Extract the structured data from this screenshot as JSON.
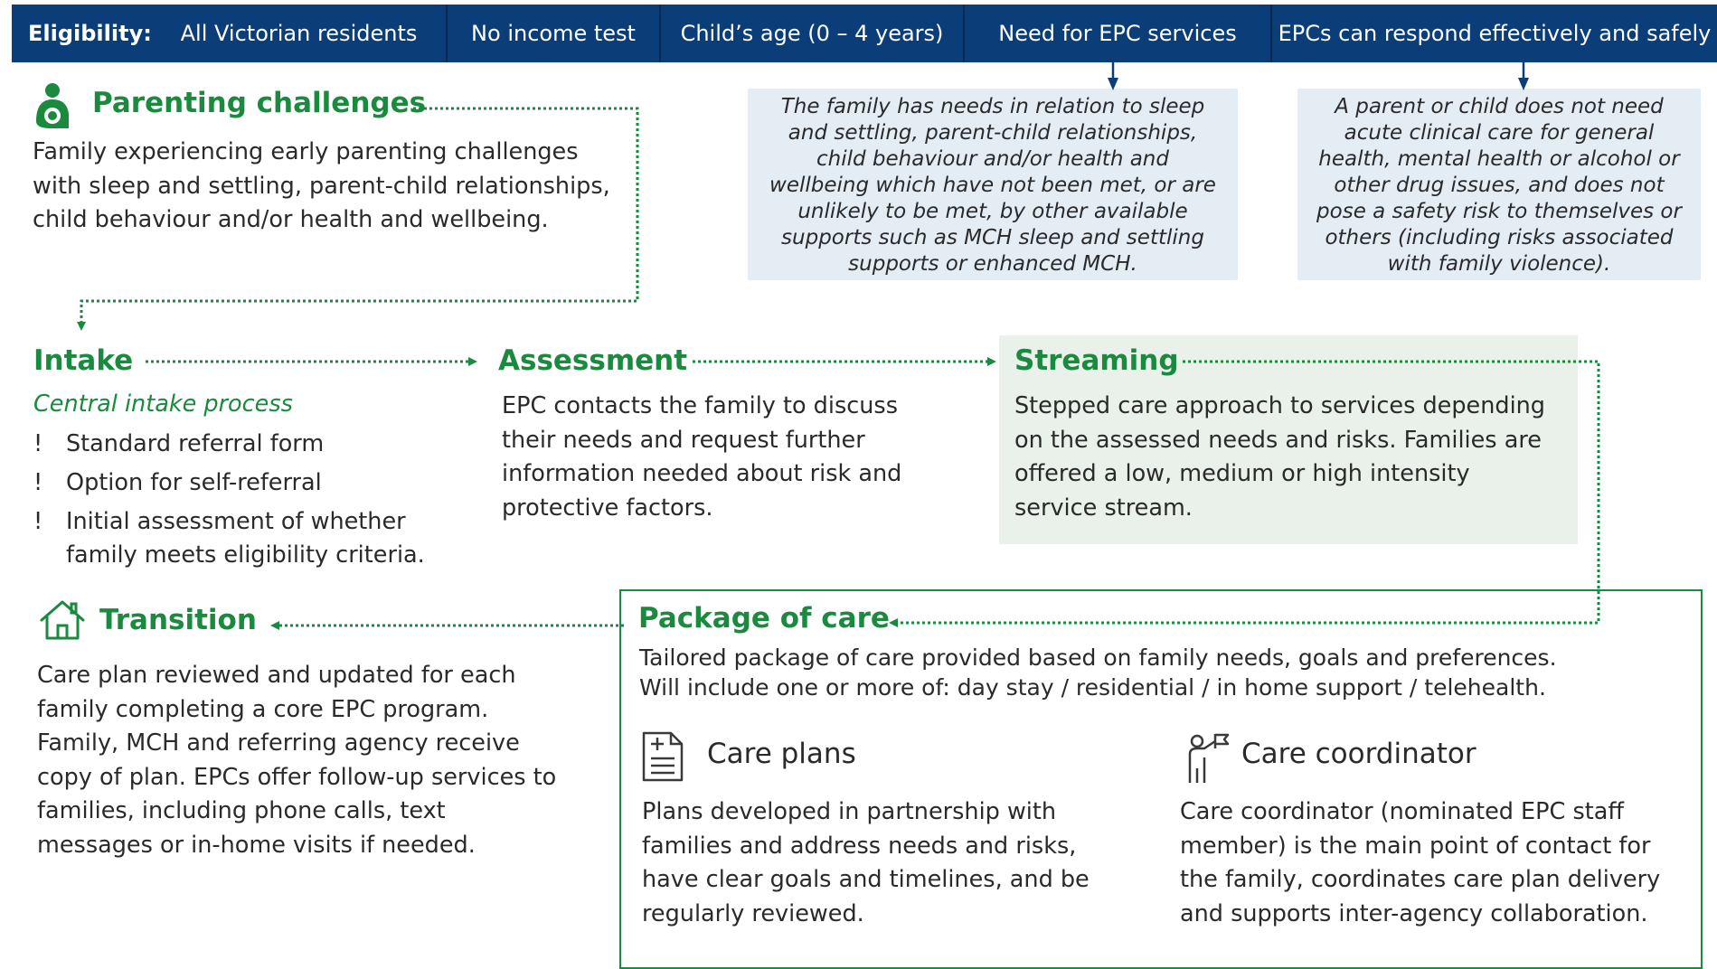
{
  "eligibility": {
    "label": "Eligibility:",
    "items": [
      "All Victorian residents",
      "No income test",
      "Child’s age (0 – 4 years)",
      "Need for EPC services",
      "EPCs can respond effectively and safely"
    ]
  },
  "info_boxes": {
    "need": "The family has needs in relation to sleep and settling, parent-child relationships, child behaviour and/or health and wellbeing which have not been met, or are unlikely to be met, by other available supports such as MCH sleep and settling supports or enhanced MCH.",
    "safety": "A parent or child does not need acute clinical care for general health, mental health or alcohol or other drug issues, and does not pose a safety risk to themselves or others (including risks associated with family violence)."
  },
  "parenting": {
    "title": "Parenting challenges",
    "body": "Family experiencing early parenting challenges with sleep and settling, parent-child relationships, child behaviour and/or health and wellbeing."
  },
  "intake": {
    "title": "Intake",
    "subtitle": "Central intake process",
    "bullet_mark": "!",
    "bullets": [
      "Standard referral form",
      "Option for self-referral",
      "Initial assessment of whether",
      "family meets eligibility criteria."
    ]
  },
  "assessment": {
    "title": "Assessment",
    "body": "EPC contacts the family to discuss their needs and request further information needed about risk and protective factors."
  },
  "streaming": {
    "title": "Streaming",
    "body": "Stepped care approach to services depending on the assessed needs and risks. Families are offered a low, medium or high intensity service stream."
  },
  "transition": {
    "title": "Transition",
    "body": "Care plan reviewed and updated for each family completing a core EPC program. Family, MCH and referring agency receive copy of plan. EPCs offer follow-up services to families, including phone calls, text messages or in-home visits if needed."
  },
  "package": {
    "title": "Package of care",
    "line1": "Tailored package of care provided based on family needs, goals and preferences.",
    "line2": "Will include one or more of: day stay / residential / in  home support / telehealth.",
    "care_plans": {
      "title": "Care plans",
      "body": "Plans developed in partnership with families and address needs and risks, have clear goals and timelines, and be regularly reviewed."
    },
    "care_coordinator": {
      "title": "Care coordinator",
      "body": "Care coordinator (nominated EPC staff member) is the main point of contact for the family, coordinates care plan delivery and supports inter-agency collaboration."
    }
  },
  "colors": {
    "navy": "#0b3d78",
    "green": "#1a8a3f",
    "light_blue": "#e4ecf4",
    "light_green": "#e9f1ea"
  },
  "icons": [
    "parent-child-icon",
    "house-icon",
    "document-icon",
    "coordinator-icon"
  ]
}
